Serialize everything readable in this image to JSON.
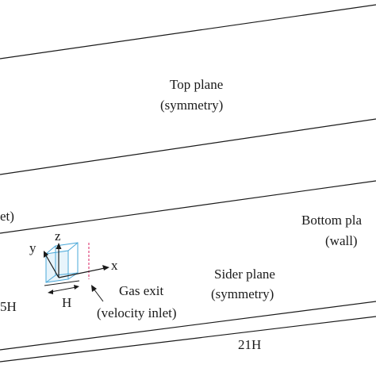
{
  "labels": {
    "top_plane": "Top plane",
    "top_plane_bc": "(symmetry)",
    "bottom_plane": "Bottom pla",
    "bottom_plane_bc": "(wall)",
    "left_partial": "et)",
    "sider_plane": "Sider plane",
    "sider_plane_bc": "(symmetry)",
    "gas_exit": "Gas exit",
    "gas_exit_bc": "(velocity inlet)",
    "length_label": "21H",
    "left_dim_partial": "5H",
    "source_size": "H"
  },
  "axes": {
    "x": "x",
    "y": "y",
    "z": "z"
  },
  "colors": {
    "line": "#1a1a1a",
    "source_box": "#4aa8d8",
    "source_edge": "#2a7fb8",
    "dashed_marker": "#e0457b"
  }
}
